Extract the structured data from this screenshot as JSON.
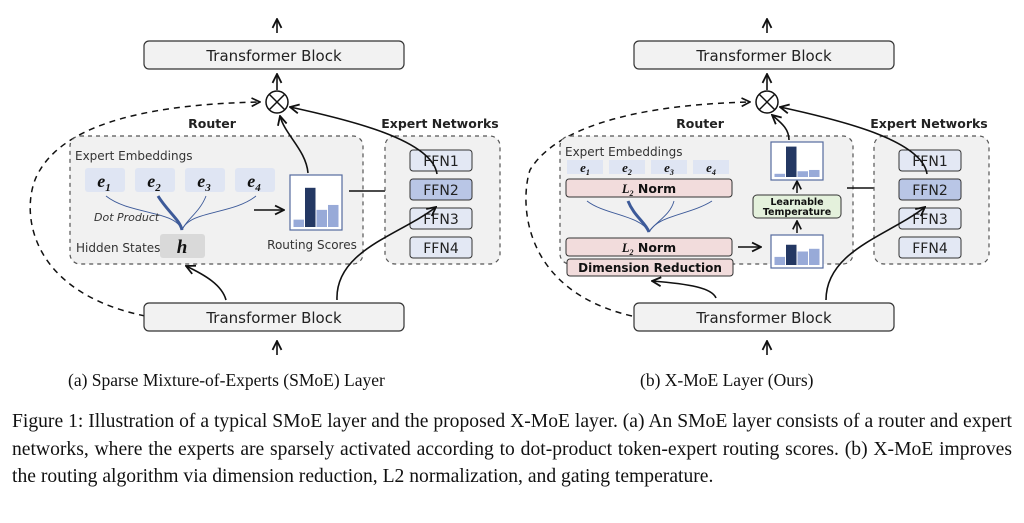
{
  "panel_a": {
    "top_block": "Transformer Block",
    "bottom_block": "Transformer Block",
    "router_label": "Router",
    "experts_label": "Expert Networks",
    "expert_embeddings_label": "Expert Embeddings",
    "embeddings": [
      "e1",
      "e2",
      "e3",
      "e4"
    ],
    "dot_product_label": "Dot Product",
    "hidden_states_label": "Hidden States",
    "hidden_symbol": "h",
    "routing_scores_label": "Routing Scores",
    "routing_scores": [
      0.15,
      0.8,
      0.35,
      0.45
    ],
    "ffns": [
      "FFN1",
      "FFN2",
      "FFN3",
      "FFN4"
    ],
    "selected_ffn": "FFN2",
    "subcaption": "(a) Sparse Mixture-of-Experts (SMoE) Layer"
  },
  "panel_b": {
    "top_block": "Transformer Block",
    "bottom_block": "Transformer Block",
    "router_label": "Router",
    "experts_label": "Expert Networks",
    "expert_embeddings_label": "Expert Embeddings",
    "embeddings": [
      "e1",
      "e2",
      "e3",
      "e4"
    ],
    "norm_top": "L2 Norm",
    "norm_bottom": "L2 Norm",
    "dim_reduction": "Dimension Reduction",
    "temperature_line1": "Learnable",
    "temperature_line2": "Temperature",
    "routing_scores_before": [
      0.3,
      0.75,
      0.5,
      0.6
    ],
    "routing_scores_after": [
      0.1,
      0.95,
      0.18,
      0.22
    ],
    "ffns": [
      "FFN1",
      "FFN2",
      "FFN3",
      "FFN4"
    ],
    "selected_ffn": "FFN2",
    "subcaption": "(b) X-MoE Layer (Ours)"
  },
  "caption": {
    "text": "Figure 1: Illustration of a typical SMoE layer and the proposed X-MoE layer. (a) An SMoE layer consists of a router and expert networks, where the experts are sparsely activated according to dot-product token-expert routing scores. (b) X-MoE improves the routing algorithm via dimension reduction, L2 normalization, and gating temperature."
  },
  "colors": {
    "router_bg": "#f1f1f1",
    "embedding_bg": "#dfe5f3",
    "ffn_bg": "#e3e8f4",
    "ffn_selected_bg": "#b9c6e6",
    "bar_dark": "#243863",
    "bar_light": "#98aad8",
    "norm_bg": "#f2dcdc",
    "temp_bg": "#e4f1dc",
    "hidden_bg": "#d9d9d9",
    "line_blue": "#3d5a99"
  }
}
